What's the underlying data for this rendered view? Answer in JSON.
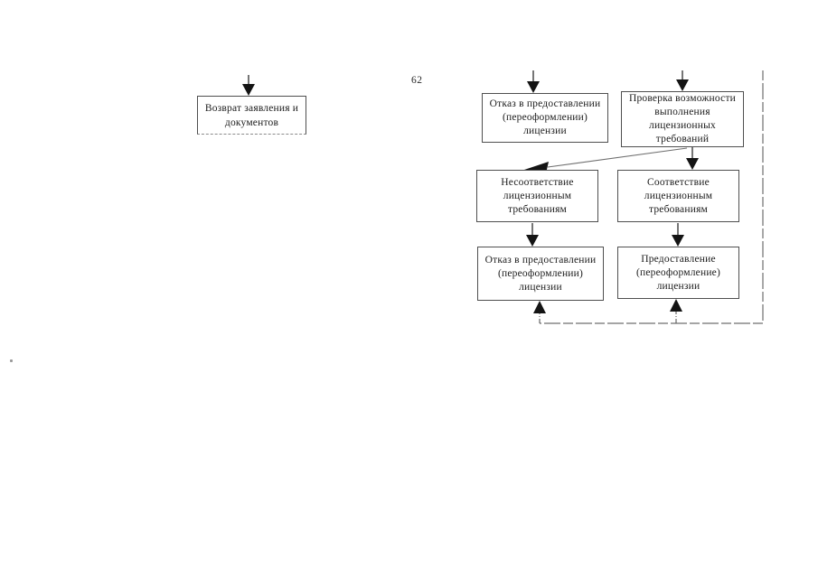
{
  "page": {
    "number": "62",
    "background": "#ffffff"
  },
  "colors": {
    "box_border": "#4f4f4f",
    "text": "#1b1b1b",
    "arrowhead": "#141414",
    "connector_line": "#6f6f6f"
  },
  "diagram": {
    "type": "flowchart",
    "language": "ru",
    "nodes": [
      {
        "id": "return-documents",
        "lines": [
          "Возврат заявления и",
          "документов"
        ]
      },
      {
        "id": "refusal-license-top",
        "lines": [
          "Отказ в предоставлении",
          "(переоформлении)",
          "лицензии"
        ]
      },
      {
        "id": "check-requirements",
        "lines": [
          "Проверка возможности",
          "выполнения",
          "лицензионных",
          "требований"
        ]
      },
      {
        "id": "noncompliance",
        "lines": [
          "Несоответствие",
          "лицензионным",
          "требованиям"
        ]
      },
      {
        "id": "compliance",
        "lines": [
          "Соответствие",
          "лицензионным",
          "требованиям"
        ]
      },
      {
        "id": "refusal-license-bottom",
        "lines": [
          "Отказ в предоставлении",
          "(переоформлении)",
          "лицензии"
        ]
      },
      {
        "id": "grant-license",
        "lines": [
          "Предоставление",
          "(переоформление)",
          "лицензии"
        ]
      }
    ],
    "edges": [
      {
        "from": "above",
        "to": "return-documents",
        "style": "arrow-down"
      },
      {
        "from": "above",
        "to": "refusal-license-top",
        "style": "arrow-down"
      },
      {
        "from": "above",
        "to": "check-requirements",
        "style": "arrow-down"
      },
      {
        "from": "check-requirements",
        "to": "noncompliance",
        "style": "diagonal-arrow"
      },
      {
        "from": "check-requirements",
        "to": "compliance",
        "style": "arrow-down"
      },
      {
        "from": "noncompliance",
        "to": "refusal-license-bottom",
        "style": "arrow-down"
      },
      {
        "from": "compliance",
        "to": "grant-license",
        "style": "arrow-down"
      },
      {
        "from": "right-side-line",
        "to": "refusal-license-bottom",
        "style": "loop-arrow-up"
      },
      {
        "from": "right-side-line",
        "to": "grant-license",
        "style": "loop-arrow-up"
      }
    ]
  }
}
